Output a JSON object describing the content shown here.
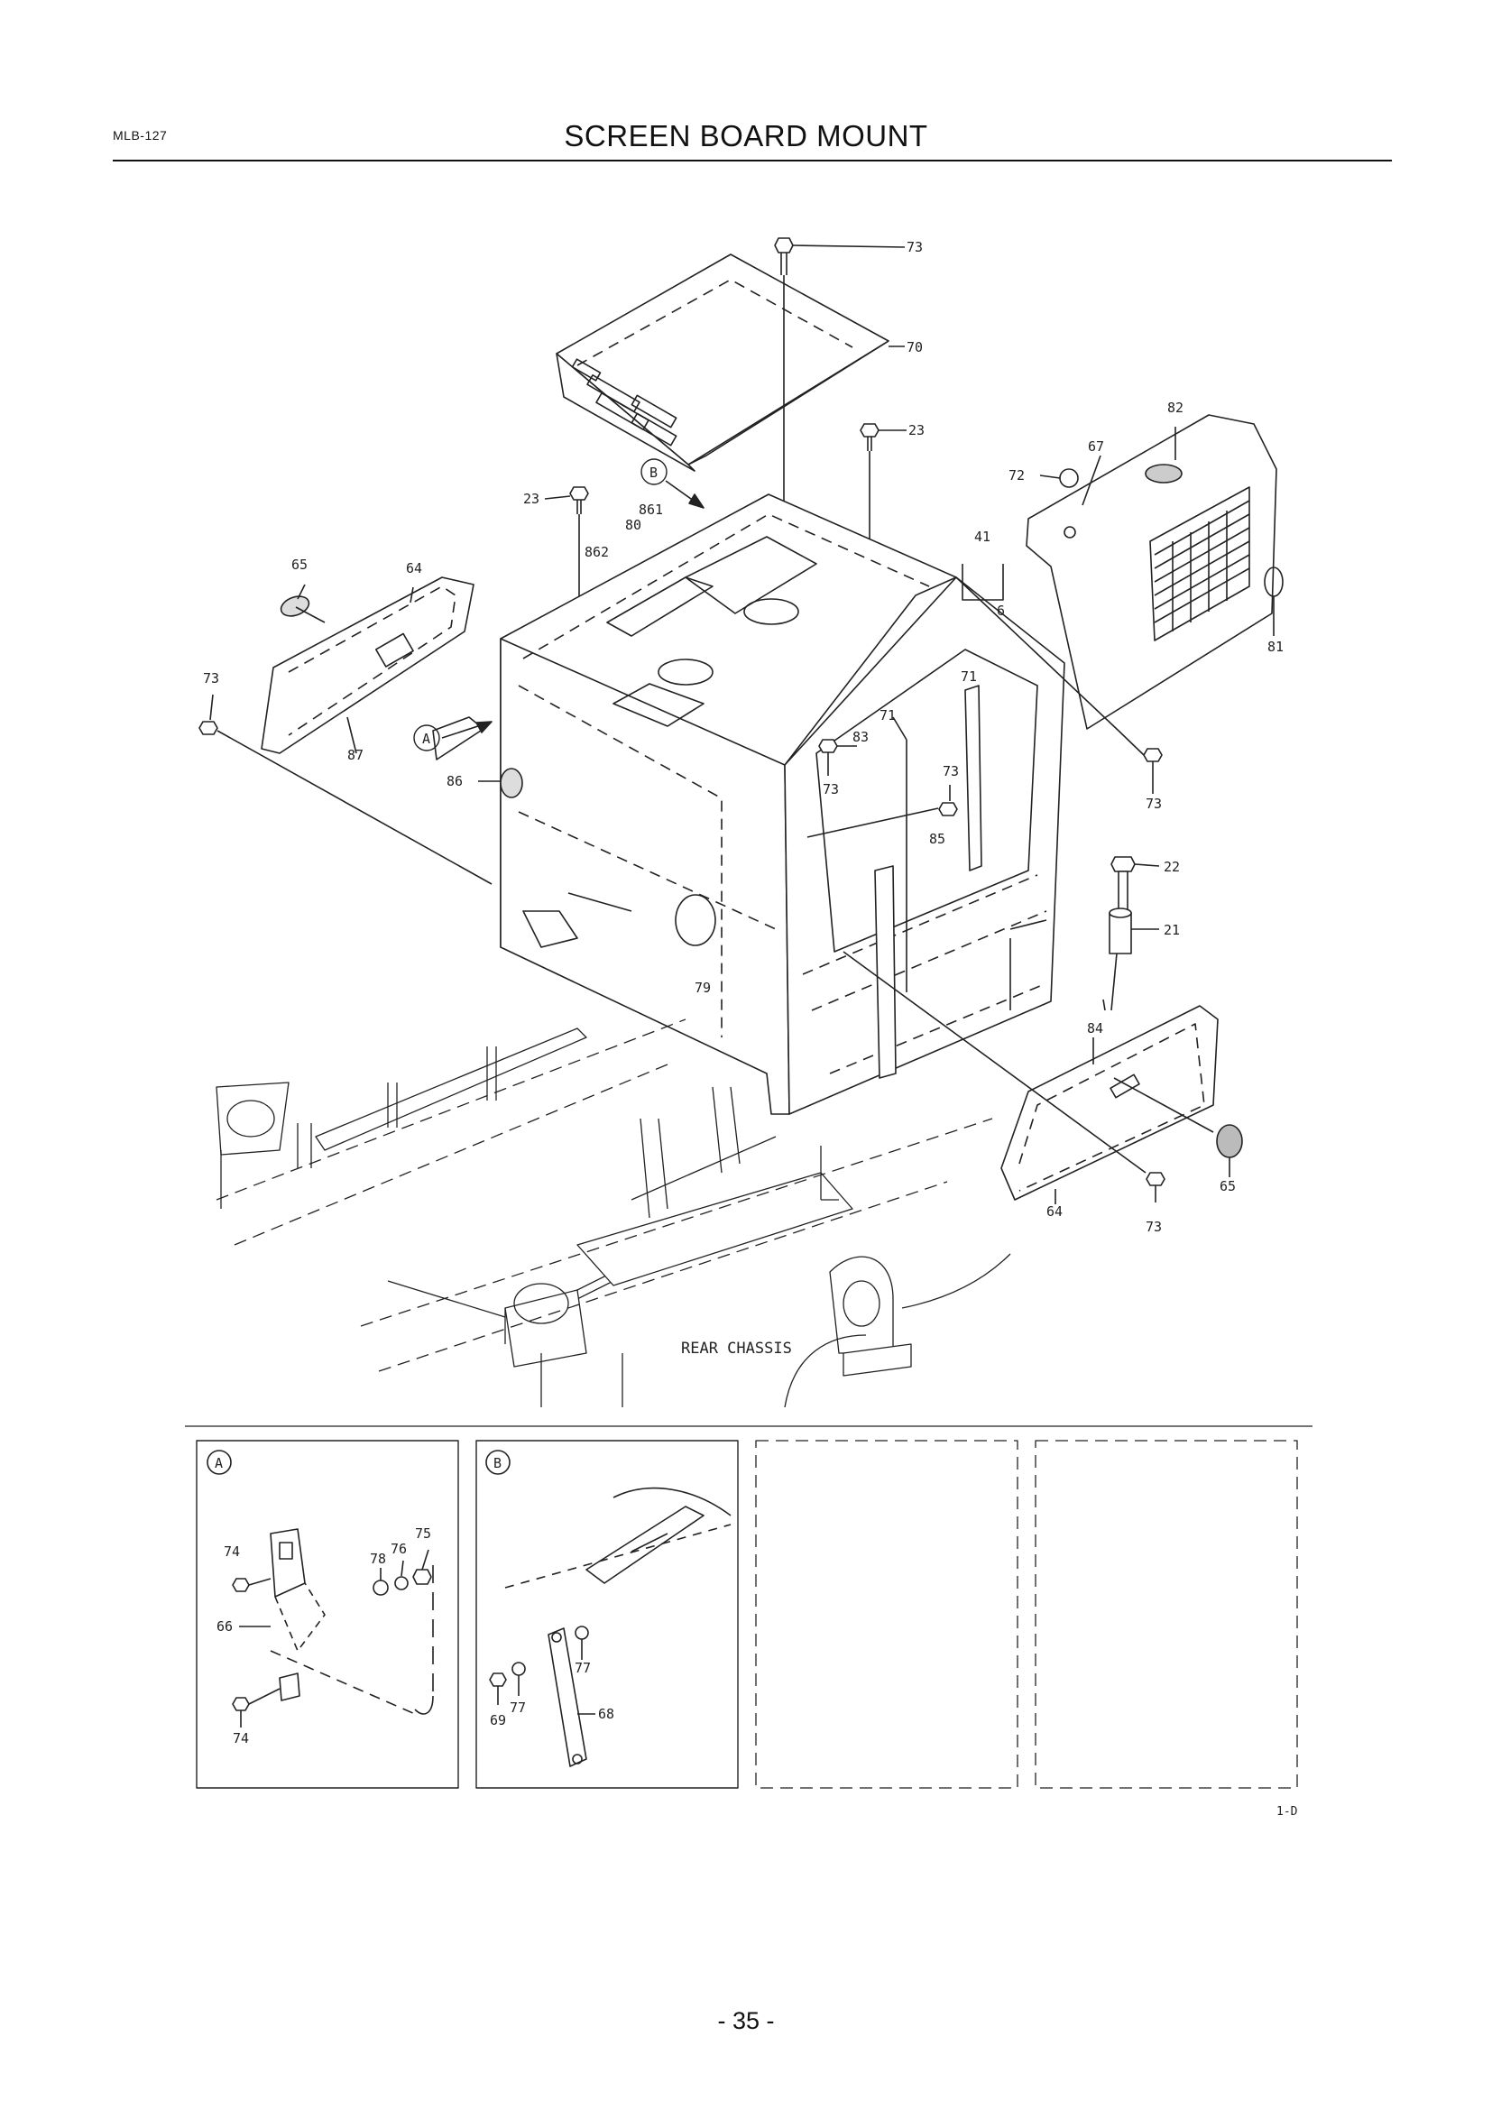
{
  "header": {
    "doc_code": "MLB-127",
    "title": "SCREEN BOARD MOUNT"
  },
  "callouts": {
    "p73a": "73",
    "p70": "70",
    "p23a": "23",
    "p82": "82",
    "p67a": "67",
    "p72": "72",
    "p41": "41",
    "p6": "6",
    "p81": "81",
    "p23b": "23",
    "p861": "861",
    "p80": "80",
    "p862": "862",
    "p65a": "65",
    "p64a": "64",
    "p73b": "73",
    "p87": "87",
    "p86": "86",
    "p71a": "71",
    "p71b": "71",
    "p83": "83",
    "p73c": "73",
    "p73d": "73",
    "p73e": "73",
    "p85": "85",
    "p22": "22",
    "p21": "21",
    "p79": "79",
    "p84": "84",
    "p64b": "64",
    "p65b": "65",
    "p73f": "73"
  },
  "markers": {
    "a": "A",
    "b": "B"
  },
  "rear_chassis_label": "REAR CHASSIS",
  "detail_a": {
    "marker": "A",
    "labels": {
      "p74a": "74",
      "p75": "75",
      "p76": "76",
      "p78": "78",
      "p66": "66",
      "p74b": "74"
    }
  },
  "detail_b": {
    "marker": "B",
    "labels": {
      "p77a": "77",
      "p77b": "77",
      "p69": "69",
      "p68": "68"
    }
  },
  "sheet_code": "1-D",
  "page_number": "- 35 -"
}
